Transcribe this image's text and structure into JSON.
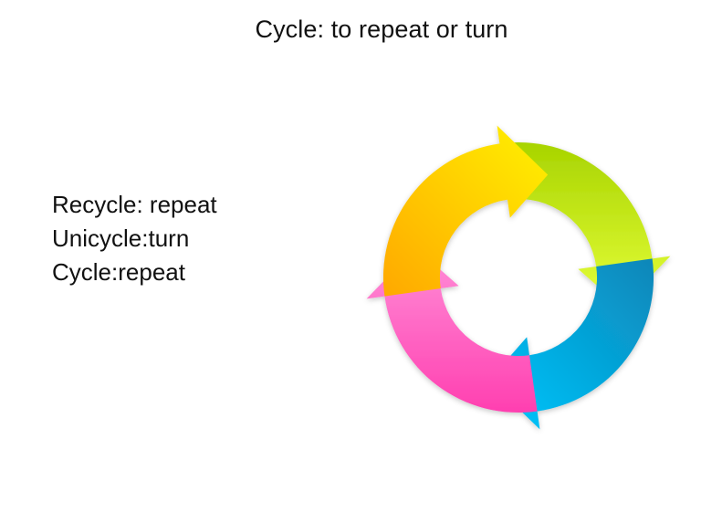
{
  "slide": {
    "title": "Cycle: to repeat or turn",
    "bullets": [
      "Recycle: repeat",
      "Unicycle:turn",
      "Cycle:repeat"
    ]
  },
  "diagram": {
    "type": "cycle-arrows",
    "arrows": [
      {
        "name": "yellow-orange",
        "color_start": "#ffa800",
        "color_end": "#fff200"
      },
      {
        "name": "lime-green",
        "color_start": "#a8d400",
        "color_end": "#e6ff3a"
      },
      {
        "name": "cyan-blue",
        "color_start": "#00c8ff",
        "color_end": "#0a86b8"
      },
      {
        "name": "pink-magenta",
        "color_start": "#ff3fb0",
        "color_end": "#ff8fd8"
      }
    ]
  }
}
